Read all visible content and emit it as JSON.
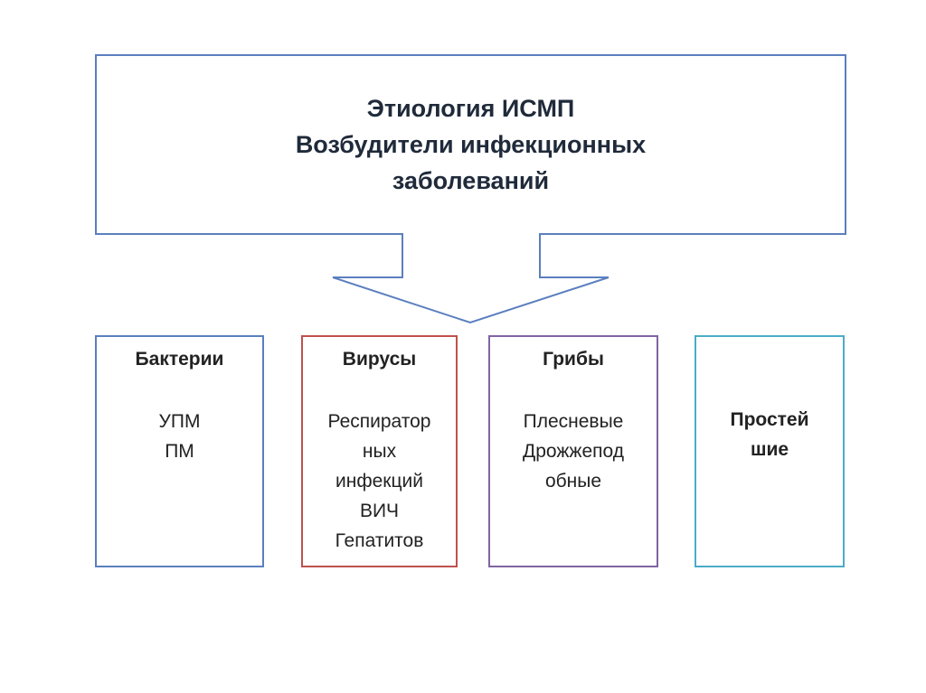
{
  "title": {
    "line1": "Этиология ИСМП",
    "line2": "Возбудители инфекционных",
    "line3": "заболеваний"
  },
  "colors": {
    "header_border": "#5b7fbf",
    "bacteria": "#5b7fbf",
    "viruses": "#c0504d",
    "fungi": "#8064a2",
    "protozoa": "#4bacc6"
  },
  "boxes": [
    {
      "heading": "Бактерии",
      "body": "УПМ\nПМ"
    },
    {
      "heading": "Вирусы",
      "body": "Респиратор\nных\nинфекций\nВИЧ\nГепатитов"
    },
    {
      "heading": "Грибы",
      "body": "Плесневые\nДрожжепод\nобные"
    },
    {
      "heading": "",
      "body": "Простей\nшие"
    }
  ]
}
